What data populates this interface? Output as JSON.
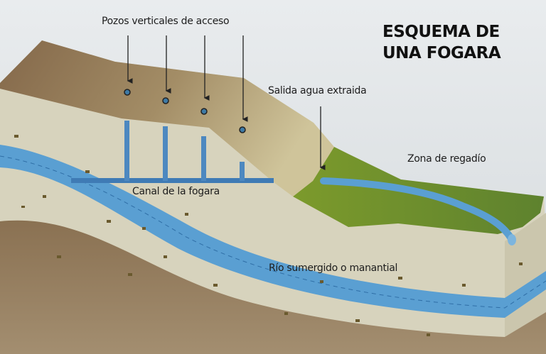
{
  "title": {
    "line1": "ESQUEMA DE",
    "line2": "UNA FOGARA"
  },
  "labels": {
    "wells": "Pozos verticales de acceso",
    "outlet": "Salida agua extraida",
    "irrigation": "Zona de regadío",
    "canal": "Canal de la fogara",
    "river": "Río sumergido o manantial"
  },
  "colors": {
    "sky": "#dfe3e6",
    "hill": "#8f7553",
    "ground": "#d6d2bc",
    "water": "#5b9ccc",
    "green": "#6f8f2c",
    "bedrock": "#8c7658"
  }
}
